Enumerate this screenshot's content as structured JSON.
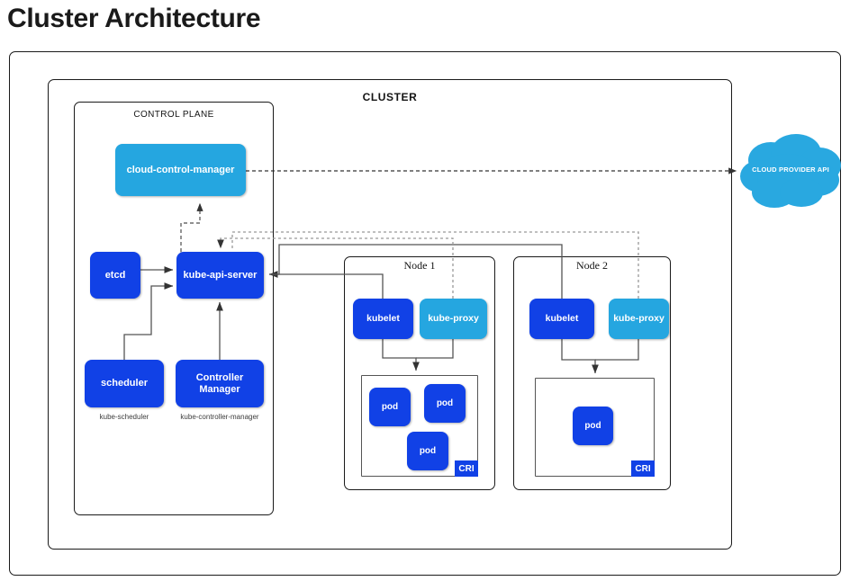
{
  "page": {
    "title": "Cluster Architecture"
  },
  "colors": {
    "blue_dark": "#1141e6",
    "blue_light": "#25a6e0",
    "cloud": "#29a8e0",
    "border": "#1a1a1a",
    "connector": "#4d4d4d"
  },
  "cluster": {
    "label": "CLUSTER",
    "control_plane": {
      "label": "CONTROL PLANE",
      "components": {
        "cloud_control_manager": "cloud-control-manager",
        "etcd": "etcd",
        "kube_api_server": "kube-api-server",
        "scheduler": "scheduler",
        "scheduler_caption": "kube-scheduler",
        "controller_manager": "Controller Manager",
        "controller_manager_caption": "kube-controller-manager"
      }
    },
    "nodes": [
      {
        "label": "Node 1",
        "kubelet": "kubelet",
        "kube_proxy": "kube-proxy",
        "cri_label": "CRI",
        "pods": [
          "pod",
          "pod",
          "pod"
        ]
      },
      {
        "label": "Node 2",
        "kubelet": "kubelet",
        "kube_proxy": "kube-proxy",
        "cri_label": "CRI",
        "pods": [
          "pod"
        ]
      }
    ]
  },
  "external": {
    "cloud_provider_api": "CLOUD PROVIDER API"
  }
}
